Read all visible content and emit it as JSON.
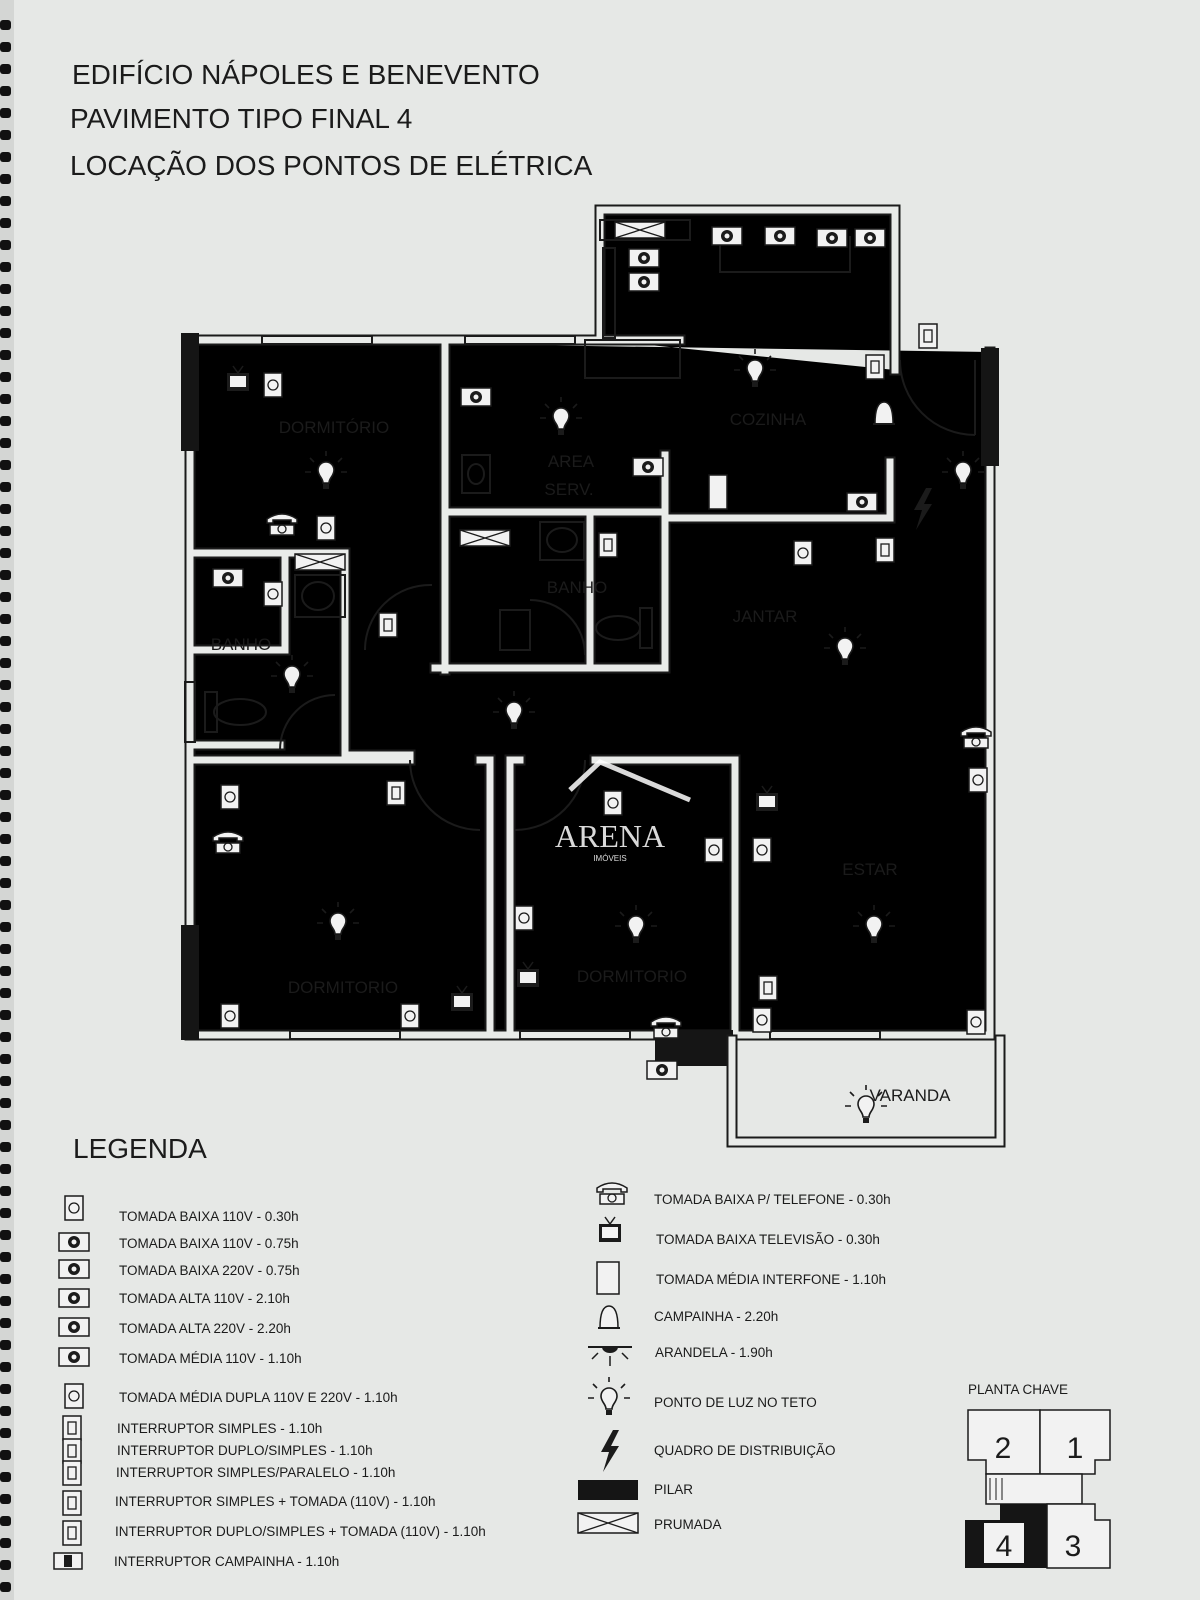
{
  "header": {
    "line1": "EDIFÍCIO NÁPOLES E BENEVENTO",
    "line2": "PAVIMENTO TIPO FINAL 4",
    "line3": "LOCAÇÃO DOS PONTOS DE ELÉTRICA"
  },
  "rooms": {
    "dormitorio_1": "DORMITÓRIO",
    "banho_1": "BANHO",
    "area_serv_1": "AREA",
    "area_serv_2": "SERV.",
    "banho_2": "BANHO",
    "cozinha": "COZINHA",
    "jantar": "JANTAR",
    "estar": "ESTAR",
    "dormitorio_2": "DORMITORIO",
    "dormitorio_3": "DORMITORIO",
    "varanda": "VARANDA"
  },
  "watermark": {
    "brand": "ARENA",
    "sub": "IMÓVEIS"
  },
  "legend": {
    "title": "LEGENDA",
    "left": [
      {
        "icon": "outlet-low-icon",
        "label": "TOMADA BAIXA 110V - 0.30h"
      },
      {
        "icon": "outlet-110-icon",
        "label": "TOMADA BAIXA 110V - 0.75h"
      },
      {
        "icon": "outlet-220-icon",
        "label": "TOMADA BAIXA 220V - 0.75h"
      },
      {
        "icon": "outlet-high-110-icon",
        "label": "TOMADA ALTA 110V - 2.10h"
      },
      {
        "icon": "outlet-high-220-icon",
        "label": "TOMADA ALTA 220V - 2.20h"
      },
      {
        "icon": "outlet-mid-110-icon",
        "label": "TOMADA MÉDIA 110V - 1.10h"
      },
      {
        "icon": "outlet-double-icon",
        "label": "TOMADA MÉDIA DUPLA 110V E 220V - 1.10h"
      },
      {
        "icon": "switch-simple-icon",
        "label": "INTERRUPTOR SIMPLES  - 1.10h"
      },
      {
        "icon": "switch-double-icon",
        "label": "INTERRUPTOR DUPLO/SIMPLES - 1.10h"
      },
      {
        "icon": "switch-parallel-icon",
        "label": "INTERRUPTOR SIMPLES/PARALELO - 1.10h"
      },
      {
        "icon": "switch-outlet-icon",
        "label": "INTERRUPTOR SIMPLES + TOMADA (110V)  - 1.10h"
      },
      {
        "icon": "switch-double-outlet-icon",
        "label": "INTERRUPTOR DUPLO/SIMPLES + TOMADA (110V)  - 1.10h"
      },
      {
        "icon": "doorbell-switch-icon",
        "label": "INTERRUPTOR CAMPAINHA - 1.10h"
      }
    ],
    "right": [
      {
        "icon": "telephone-icon",
        "label": "TOMADA BAIXA P/ TELEFONE  - 0.30h"
      },
      {
        "icon": "television-icon",
        "label": "TOMADA BAIXA TELEVISÃO - 0.30h"
      },
      {
        "icon": "intercom-icon",
        "label": "TOMADA MÉDIA INTERFONE - 1.10h"
      },
      {
        "icon": "bell-icon",
        "label": "CAMPAINHA - 2.20h"
      },
      {
        "icon": "wall-lamp-icon",
        "label": "ARANDELA  - 1.90h"
      },
      {
        "icon": "ceiling-light-icon",
        "label": "PONTO DE LUZ NO TETO"
      },
      {
        "icon": "lightning-icon",
        "label": "QUADRO DE DISTRIBUIÇÃO"
      },
      {
        "icon": "pillar-icon",
        "label": "PILAR"
      },
      {
        "icon": "shaft-icon",
        "label": "PRUMADA"
      }
    ]
  },
  "key_plan": {
    "title": "PLANTA CHAVE",
    "units": [
      "2",
      "1",
      "4",
      "3"
    ],
    "highlighted": "4"
  }
}
